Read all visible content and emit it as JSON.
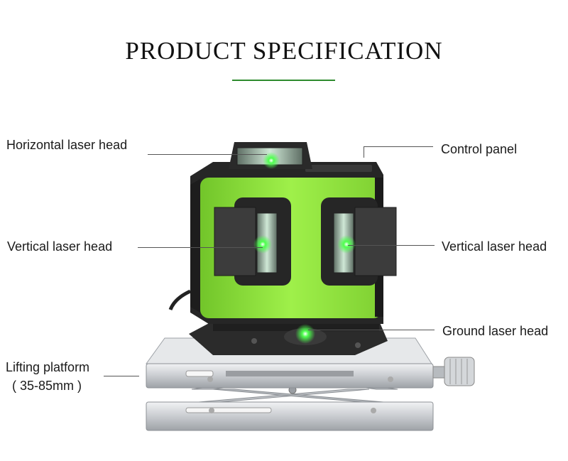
{
  "header": {
    "title": "PRODUCT SPECIFICATION",
    "accent_color": "#2e8b2e"
  },
  "callouts": {
    "horizontal_laser_head": "Horizontal laser head",
    "control_panel": "Control panel",
    "vertical_laser_head_left": "Vertical laser head",
    "vertical_laser_head_right": "Vertical laser head",
    "ground_laser_head": "Ground laser head",
    "lifting_platform": "Lifting platform",
    "lifting_platform_range": "( 35-85mm )"
  },
  "colors": {
    "body_green": "#8fe03a",
    "housing_black": "#2a2a2a",
    "laser_green": "#29ff3a",
    "platform_silver": "#d9dcdf"
  }
}
